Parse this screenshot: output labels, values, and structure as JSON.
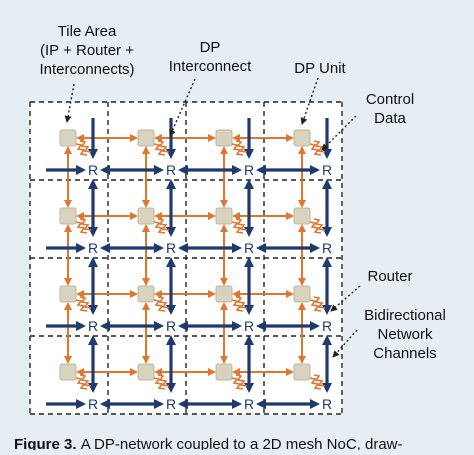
{
  "labels": {
    "tile_area": [
      "Tile Area",
      "(IP + Router +",
      "Interconnects)"
    ],
    "dp_interconnect": [
      "DP",
      "Interconnect"
    ],
    "dp_unit": "DP Unit",
    "control_data": [
      "Control",
      "Data"
    ],
    "router": "Router",
    "bidirectional": [
      "Bidirectional",
      "Network",
      "Channels"
    ],
    "router_mark": "R"
  },
  "caption": {
    "figure": "Figure 3.",
    "text": "A DP-network coupled to a 2D mesh NoC, draw-"
  },
  "colors": {
    "background": "#e6edf3",
    "tile_fill": "#ffffff",
    "dp_unit": "#d7d3be",
    "dp_link": "#e3762f",
    "network_channel": "#1e3a6e",
    "dashed_border": "#222222"
  },
  "mesh": {
    "rows": 4,
    "cols": 4
  }
}
